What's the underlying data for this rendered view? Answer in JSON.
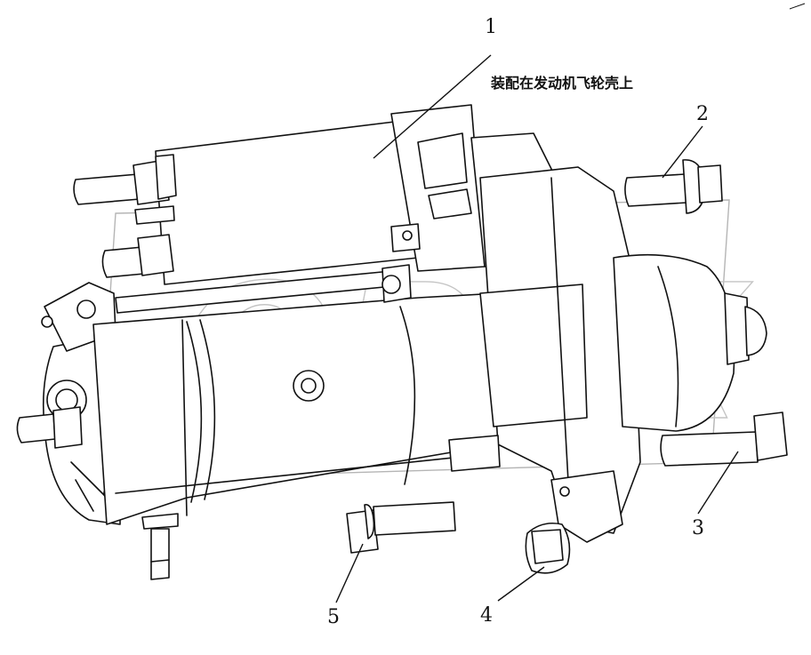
{
  "diagram": {
    "callouts": [
      {
        "number": "1"
      },
      {
        "number": "2"
      },
      {
        "number": "3"
      },
      {
        "number": "4"
      },
      {
        "number": "5"
      }
    ],
    "note": "装配在发动机飞轮壳上",
    "watermark": "OPEX"
  }
}
